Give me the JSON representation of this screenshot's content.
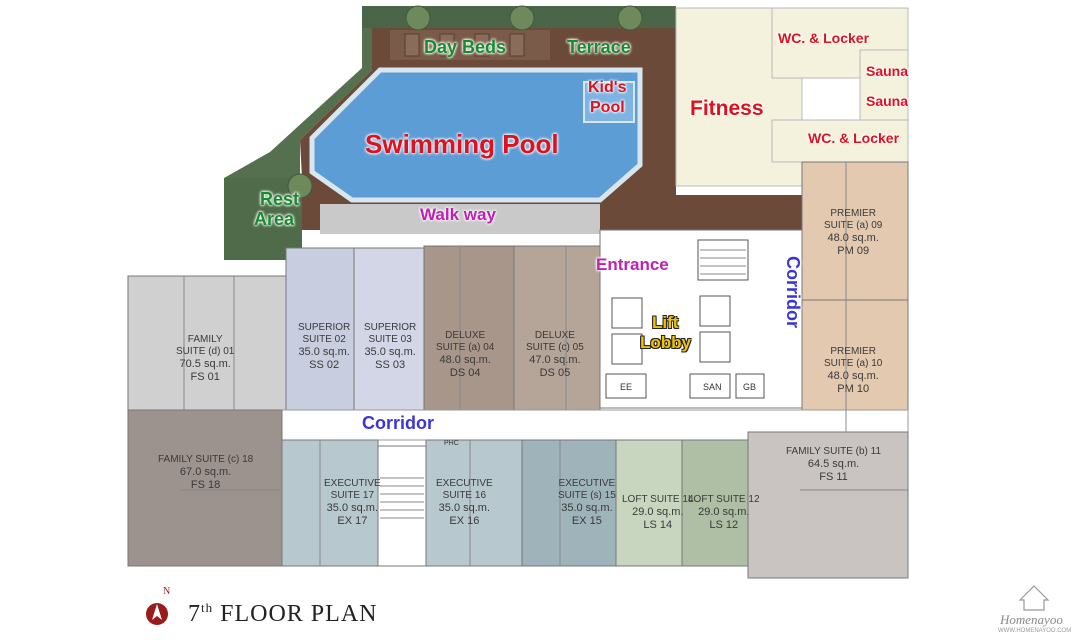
{
  "title": {
    "main": "FLOOR PLAN",
    "floor": "7",
    "suffix": "th"
  },
  "compass": {
    "letter": "N"
  },
  "watermark": {
    "brand": "Homenayoo",
    "url": "WWW.HOMENAYOO.COM"
  },
  "amenities": {
    "day_beds": "Day Beds",
    "terrace": "Terrace",
    "kids_pool_1": "Kid's",
    "kids_pool_2": "Pool",
    "swimming_pool": "Swimming Pool",
    "rest_area_1": "Rest",
    "rest_area_2": "Area",
    "walk_way": "Walk way",
    "fitness": "Fitness",
    "wc_locker_top": "WC. & Locker",
    "sauna_top": "Sauna",
    "sauna_bottom": "Sauna",
    "wc_locker_bottom": "WC. & Locker",
    "entrance": "Entrance",
    "lift_1": "Lift",
    "lift_2": "Lobby",
    "corridor_main": "Corridor",
    "corridor_side": "Corridor"
  },
  "rooms": {
    "ee": "EE",
    "san": "SAN",
    "gb": "GB",
    "phc": "PHC"
  },
  "units": {
    "fs01": {
      "name1": "FAMILY",
      "name2": "SUITE (d) 01",
      "area": "70.5 sq.m.",
      "code": "FS 01"
    },
    "ss02": {
      "name1": "SUPERIOR",
      "name2": "SUITE 02",
      "area": "35.0 sq.m.",
      "code": "SS 02"
    },
    "ss03": {
      "name1": "SUPERIOR",
      "name2": "SUITE 03",
      "area": "35.0 sq.m.",
      "code": "SS 03"
    },
    "ds04": {
      "name1": "DELUXE",
      "name2": "SUITE (a) 04",
      "area": "48.0 sq.m.",
      "code": "DS 04"
    },
    "ds05": {
      "name1": "DELUXE",
      "name2": "SUITE (c) 05",
      "area": "47.0 sq.m.",
      "code": "DS 05"
    },
    "pm09": {
      "name1": "PREMIER",
      "name2": "SUITE (a) 09",
      "area": "48.0 sq.m.",
      "code": "PM 09"
    },
    "pm10": {
      "name1": "PREMIER",
      "name2": "SUITE (a) 10",
      "area": "48.0 sq.m.",
      "code": "PM 10"
    },
    "fs18": {
      "name1": "FAMILY SUITE (c) 18",
      "area": "67.0 sq.m.",
      "code": "FS 18"
    },
    "ex17": {
      "name1": "EXECUTIVE",
      "name2": "SUITE 17",
      "area": "35.0 sq.m.",
      "code": "EX 17"
    },
    "ex16": {
      "name1": "EXECUTIVE",
      "name2": "SUITE 16",
      "area": "35.0 sq.m.",
      "code": "EX 16"
    },
    "ex15": {
      "name1": "EXECUTIVE",
      "name2": "SUITE (s) 15",
      "area": "35.0 sq.m.",
      "code": "EX 15"
    },
    "ls14": {
      "name1": "LOFT SUITE 14",
      "area": "29.0 sq.m.",
      "code": "LS 14"
    },
    "ls12": {
      "name1": "LOFT SUITE 12",
      "area": "29.0 sq.m.",
      "code": "LS 12"
    },
    "fs11": {
      "name1": "FAMILY SUITE (b) 11",
      "area": "64.5 sq.m.",
      "code": "FS 11"
    }
  },
  "colors": {
    "deck": "#6b4a3a",
    "pool": "#5c9dd6",
    "garden": "#4f6b4a",
    "fitness": "#f4f2dc",
    "family": "#9c928e",
    "superior": "#c9cde0",
    "deluxe": "#a8968a",
    "premier": "#e3c9b0",
    "executive": "#b7c8cf",
    "loft": "#c8d6bf",
    "family_b": "#c9c4c1",
    "core": "#ffffff"
  }
}
